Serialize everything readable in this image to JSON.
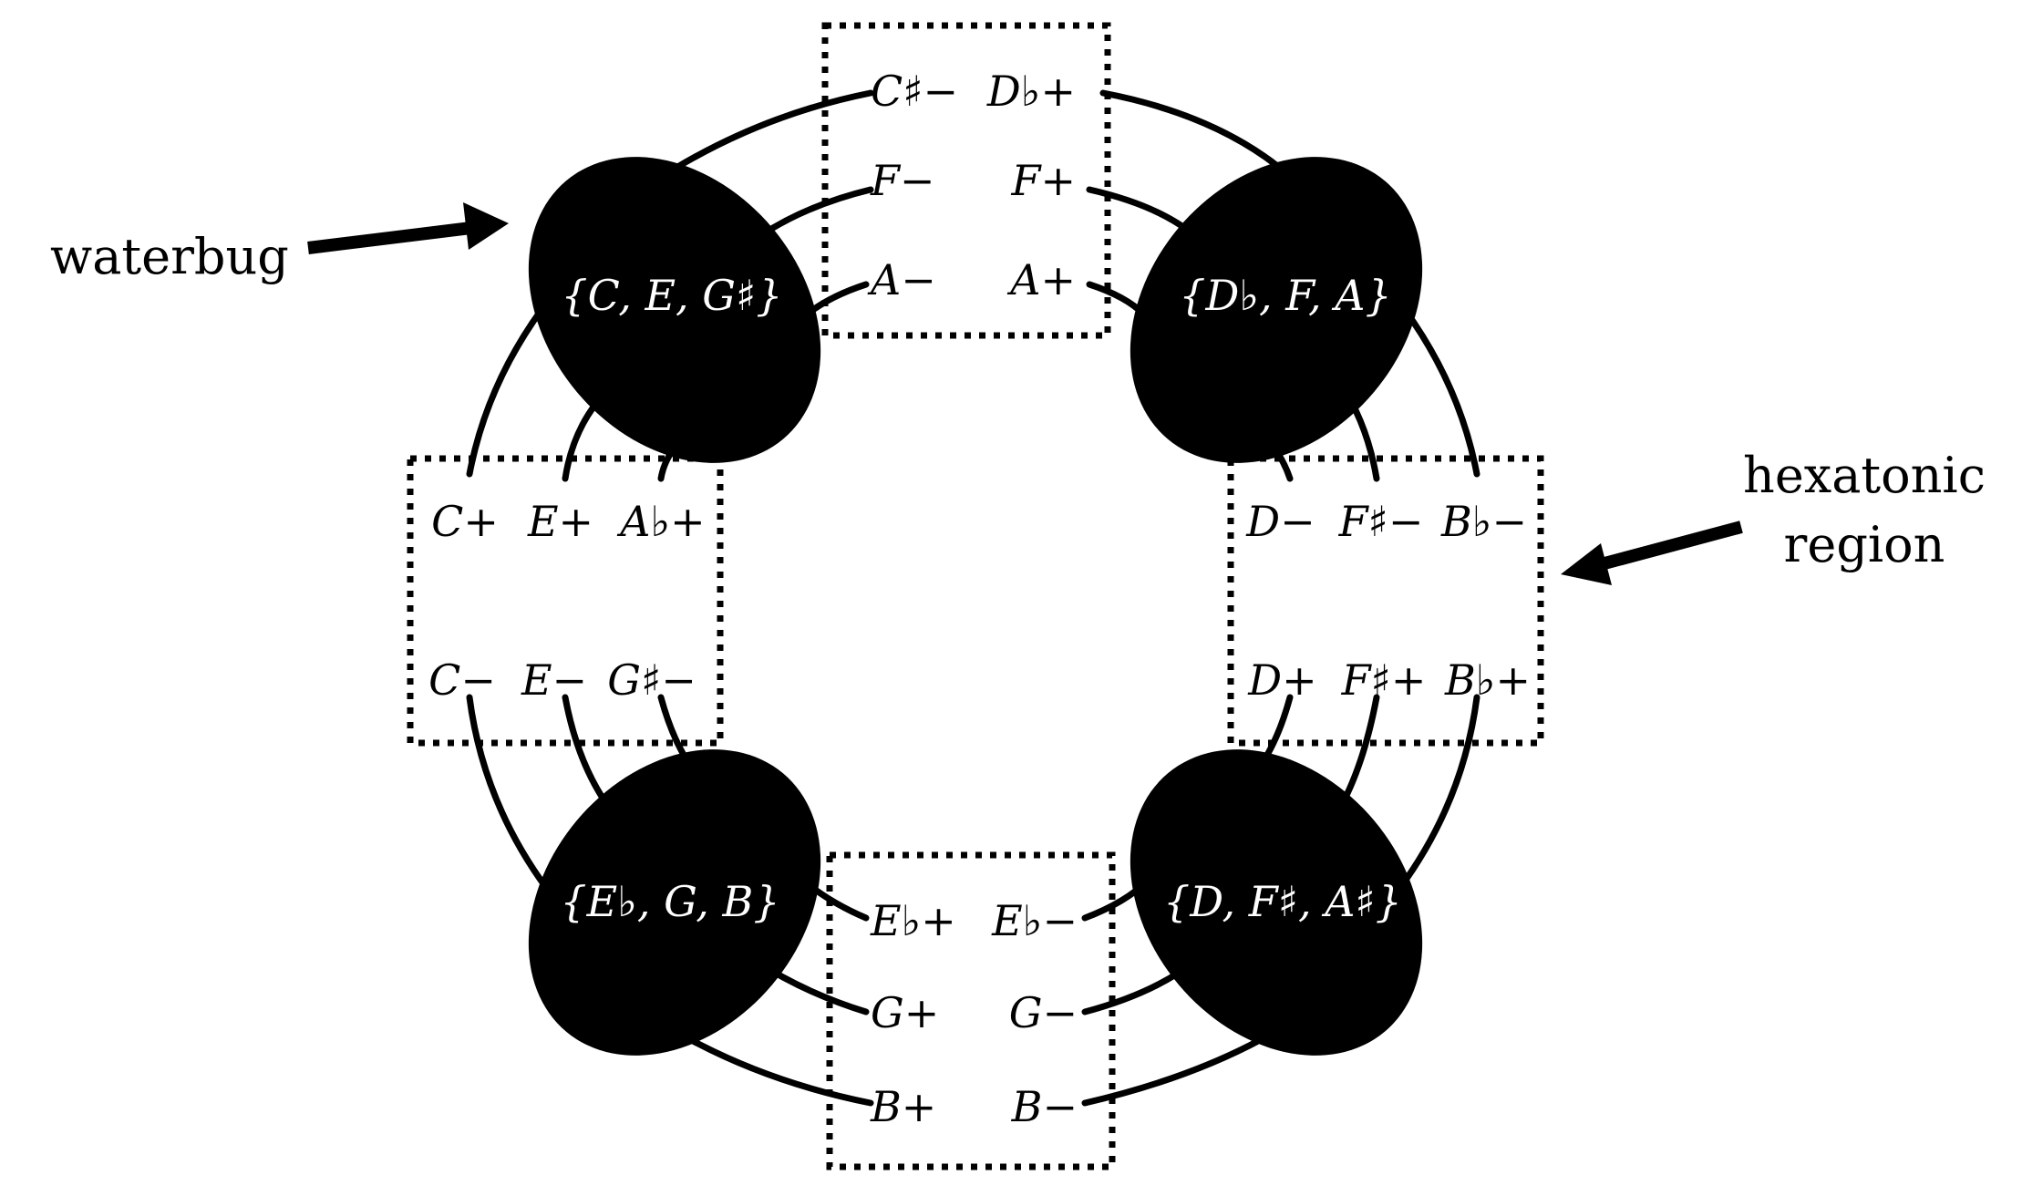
{
  "annotations": {
    "waterbug": "waterbug",
    "hexatonic_line1": "hexatonic",
    "hexatonic_line2": "region"
  },
  "waterbugs": {
    "top_left": "{C, E, G♯}",
    "top_right": "{D♭, F, A}",
    "bottom_left": "{E♭, G, B}",
    "bottom_right": "{D, F♯, A♯}"
  },
  "regions": {
    "top": {
      "left": [
        "C♯−",
        "F−",
        "A−"
      ],
      "right": [
        "D♭+",
        "F+",
        "A+"
      ]
    },
    "left": {
      "upper": [
        "C+",
        "E+",
        "A♭+"
      ],
      "lower": [
        "C−",
        "E−",
        "G♯−"
      ]
    },
    "right": {
      "upper": [
        "D−",
        "F♯−",
        "B♭−"
      ],
      "lower": [
        "D+",
        "F♯+",
        "B♭+"
      ]
    },
    "bottom": {
      "left": [
        "E♭+",
        "G+",
        "B+"
      ],
      "right": [
        "E♭−",
        "G−",
        "B−"
      ]
    }
  }
}
